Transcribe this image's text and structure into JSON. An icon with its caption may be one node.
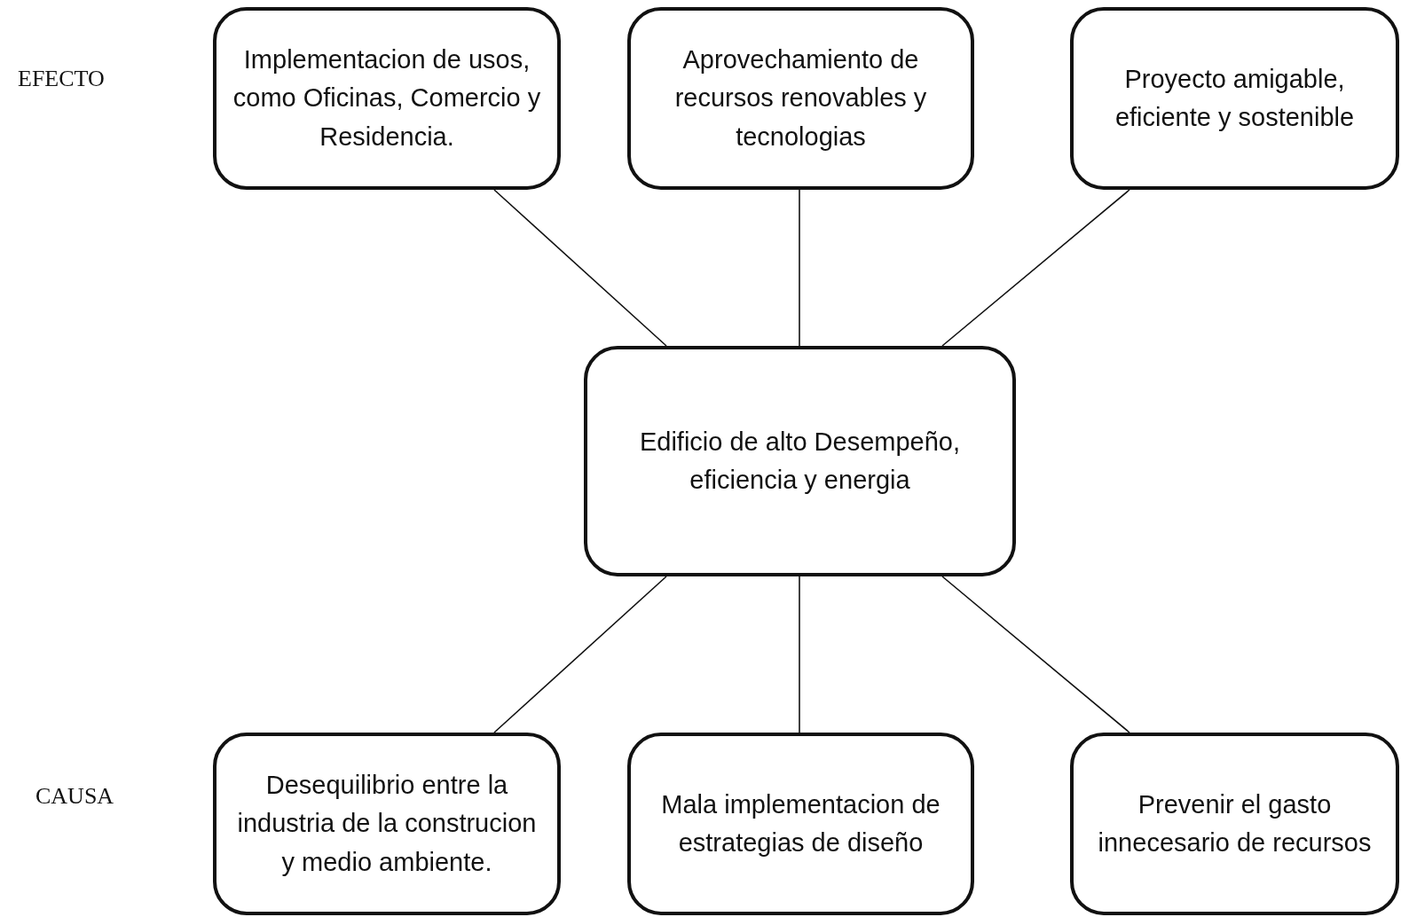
{
  "diagram": {
    "nodes": [
      {
        "text": [
          "Implementacion de usos, como Oficinas, Comercio y Residencia."
        ]
      },
      {
        "text": [
          "Aprovechamiento de recursos renovables y tecnologias"
        ]
      },
      {
        "text": [
          "Proyecto amigable, eficiente y sostenible"
        ]
      },
      {
        "text": [
          "Edificio de alto Desempeño, eficiencia y energia"
        ]
      },
      {
        "text": [
          "Desequilibrio entre la industria de la construcion y medio ambiente."
        ]
      },
      {
        "text": [
          "Mala implementacion de estrategias de diseño"
        ]
      },
      {
        "text": [
          "Prevenir el gasto innecesario de recursos"
        ]
      }
    ],
    "edges": [
      {
        "from": 3,
        "to": 0,
        "arrow": "none"
      },
      {
        "from": 3,
        "to": 1,
        "arrow": "none"
      },
      {
        "from": 3,
        "to": 2,
        "arrow": "none"
      },
      {
        "from": 3,
        "to": 4,
        "arrow": "none"
      },
      {
        "from": 3,
        "to": 5,
        "arrow": "none"
      },
      {
        "from": 3,
        "to": 6,
        "arrow": "none"
      }
    ],
    "labels": [
      "EFECTO",
      "CAUSA"
    ]
  }
}
